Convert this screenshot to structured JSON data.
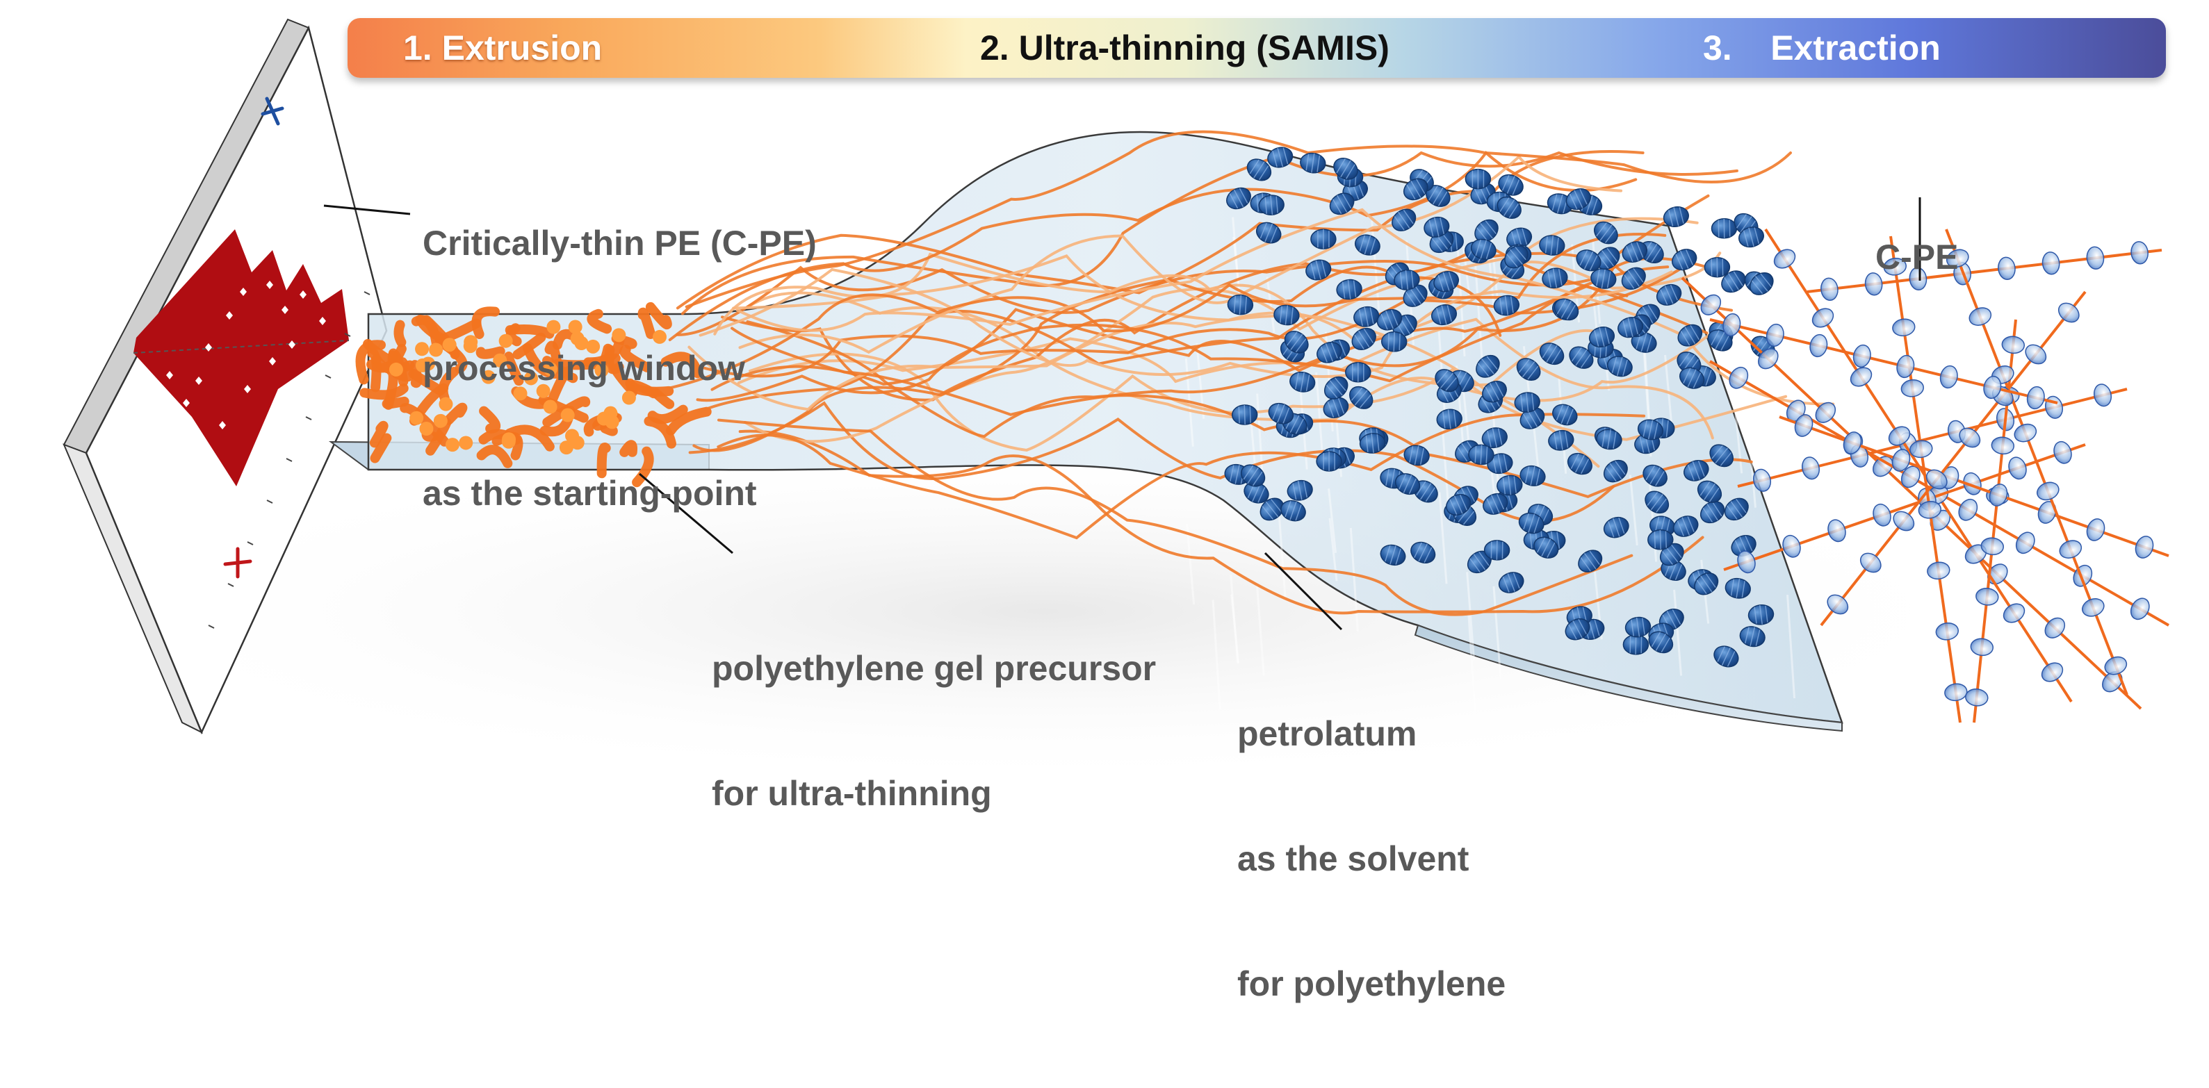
{
  "banner": {
    "stages": [
      {
        "label": "1. Extrusion"
      },
      {
        "label": "2. Ultra-thinning (SAMIS)"
      },
      {
        "label": "3.    Extraction"
      }
    ]
  },
  "annotations": {
    "window": [
      "Critically-thin PE (C-PE)",
      "processing window",
      "as the starting-point"
    ],
    "gel": [
      "polyethylene gel precursor",
      "for ultra-thinning"
    ],
    "petrolatum": [
      "petrolatum",
      "as the solvent",
      "for polyethylene"
    ],
    "cpe": "C-PE"
  },
  "colors": {
    "fiber": "#f06a1e",
    "gel_network": "#f2741f",
    "crystal": "#1f5ea8",
    "window_fill": "#b00d12",
    "plus_marker": "#c0161a",
    "cross_marker": "#1e4fa0",
    "label_text": "#595959",
    "film": "#c9dbe8"
  },
  "icons": [
    "plus-marker-icon",
    "cross-marker-icon"
  ]
}
